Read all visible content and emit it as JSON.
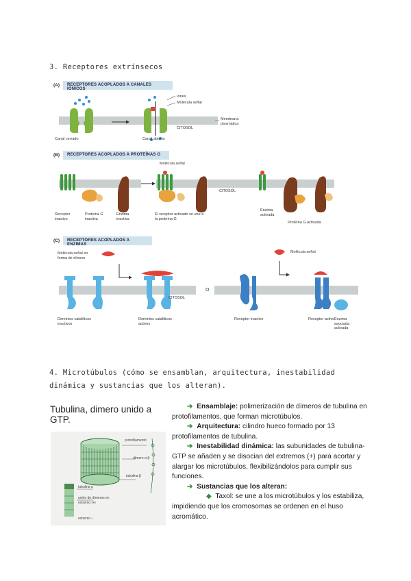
{
  "section3": {
    "heading": "3. Receptores extrínsecos"
  },
  "figure": {
    "panelA": {
      "label": "(A)",
      "title": "RECEPTORES ACOPLADOS A CANALES IÓNICOS",
      "labels": {
        "iones": "Iones",
        "molecula": "Molécula señal",
        "membrana": "Membrana plasmática",
        "citosol": "CITOSOL",
        "cerrado": "Canal cerrado",
        "abierto": "Canal abierto"
      }
    },
    "panelB": {
      "label": "(B)",
      "title": "RECEPTORES ACOPLADOS A PROTEÍNAS G",
      "labels": {
        "molecula": "Molécula señal",
        "citosol": "CITOSOL",
        "receptor": "Receptor inactivo",
        "proteinaG": "Proteína G inactiva",
        "enzima": "Enzima inactiva",
        "activado": "El receptor activado se une a la proteína G",
        "enzimaAct": "Enzima activada",
        "gActivada": "Proteína G activada"
      }
    },
    "panelC": {
      "label": "(C)",
      "title": "RECEPTORES ACOPLADOS A ENZIMAS",
      "labels": {
        "moleculaDimero": "Molécula señal en forma de dímero",
        "moleculaSenal": "Molécula señal",
        "citosol": "CITOSOL",
        "o": "O",
        "inactivos": "Dominios catalíticos inactivos",
        "activos": "Dominios catalíticos activos",
        "receptorInactivo": "Receptor inactivo",
        "receptorActivo": "Receptor activo",
        "enzimaAsociada": "Enzima asociada activada"
      }
    }
  },
  "section4": {
    "heading": "4. Microtúbulos (cómo se ensamblan, arquitectura, inestabilidad dinámica y sustancias que los alteran)."
  },
  "tubulin": {
    "caption": "Tubulina, dimero unido a GTP.",
    "sketch_labels": [
      "protofilamento",
      "dímero α-β",
      "tubulina β",
      "tubulina α",
      "unión de dímeros en extremo (+)",
      "extremo −"
    ]
  },
  "bullets": {
    "ensamblaje": {
      "term": "Ensamblaje:",
      "text": " polimerización de dímeros de tubulina en protofilamentos, que forman microtúbulos."
    },
    "arquitectura": {
      "term": "Arquitectura:",
      "text": " cilindro hueco formado por 13 protofilamentos de tubulina."
    },
    "inestabilidad": {
      "term": "Inestabilidad dinámica:",
      "text": " las subunidades de tubulina-GTP se añaden y se disocian del extremos (+) para acortar y alargar los microtúbulos, flexibilizándolos para cumplir sus funciones."
    },
    "sustancias": {
      "term": "Sustancias que los alteran:"
    },
    "taxol": {
      "text": "Taxol: se une a los microtúbulos y los estabiliza, impidiendo que los cromosomas se ordenen en el huso acromático."
    }
  },
  "colors": {
    "receptorGreen": "#7fb341",
    "gProtein": "#e8a33d",
    "enzymeBrown": "#7a3b1e",
    "enzymeBlue": "#5ab4e3",
    "signalRed": "#e0433a",
    "membrane": "#c9cfcf",
    "bulletGreen": "#2f8c3b"
  }
}
